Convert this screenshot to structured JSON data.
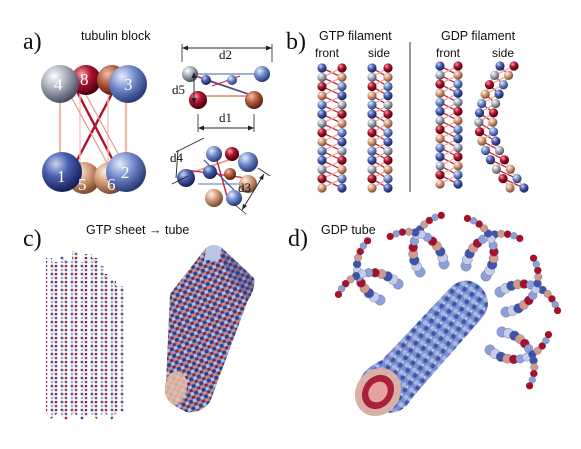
{
  "panels": {
    "a": {
      "label": "a)",
      "title": "tubulin block",
      "node_numbers": [
        "8",
        "4",
        "3",
        "1",
        "5",
        "2",
        "6"
      ],
      "distance_labels": [
        "d2",
        "d5",
        "d1",
        "d4",
        "d3"
      ]
    },
    "b": {
      "label": "b)",
      "titles": [
        "GTP filament",
        "GDP filament"
      ],
      "view_labels": [
        "front",
        "side",
        "front",
        "side"
      ]
    },
    "c": {
      "label": "c)",
      "title": "GTP sheet → tube"
    },
    "d": {
      "label": "d)",
      "title": "GDP tube"
    }
  },
  "colors": {
    "blue": "#3b4f9a",
    "red": "#a8102a",
    "grey": "#9aa4b5",
    "tan": "#d8a07c",
    "link": "#f2b8a0"
  }
}
